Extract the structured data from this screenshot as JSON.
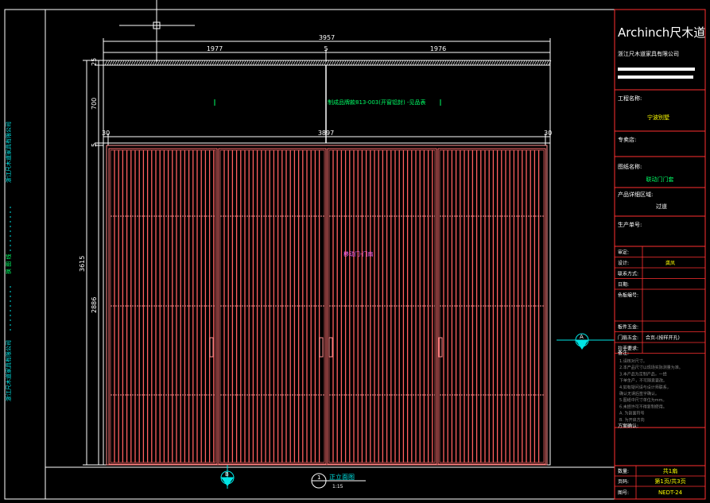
{
  "drawing": {
    "dimensions": {
      "overall_width": "3957",
      "left_panel_width": "1977",
      "gap": "5",
      "right_panel_width": "1976",
      "top_height": "25",
      "transom_height": "700",
      "separator_height": "5",
      "door_inner_width": "3897",
      "left_margin": "30",
      "right_margin": "30",
      "total_height": "3615",
      "door_height": "2886"
    },
    "transom_note": "制成品牌款813-003(开窗铝封) -见品表",
    "door_note": "移动门-门扇",
    "view_title": "正立面图",
    "view_scale": "1:15",
    "section_marker_a": "A",
    "section_marker_b": "B",
    "section_marker_c": "1"
  },
  "left_strip": {
    "company_a": "浙江尺木道家具有限公司",
    "middle": "换 图 线",
    "company_b": "浙江尺木道家具有限公司"
  },
  "title_block": {
    "logo": "Archinch尺木道",
    "company_name": "浙江尺木道家具有限公司",
    "project_label": "工程名称:",
    "project_value": "宁波别墅",
    "store_label": "专卖店:",
    "drawing_name_label": "图纸名称:",
    "drawing_name_value": "联动门门套",
    "detail_label": "产品详细区域:",
    "detail_value": "过道",
    "production_label": "生产单号:",
    "rows": [
      {
        "label": "审定:",
        "value": ""
      },
      {
        "label": "设计:",
        "value": "龚凤"
      },
      {
        "label": "联系方式:",
        "value": ""
      },
      {
        "label": "日期:",
        "value": ""
      },
      {
        "label": "色板编号:",
        "value": ""
      },
      {
        "label": "板件五金:",
        "value": ""
      },
      {
        "label": "门扇五金:",
        "value": "合页-(按样开孔)"
      },
      {
        "label": "拉手要求:",
        "value": ""
      }
    ],
    "notes_label": "备注:",
    "notes_lines": [
      "1.请核对尺寸。",
      "2.本产品尺寸以现场实际测量为准。",
      "3.本产品为定制产品，一经",
      "下单生产，不可随意更改。",
      "4.如有疑问请与设计师联系，",
      "确认无误后签字确认。",
      "5.图纸中尺寸单位为mm。",
      "6.未经许可不得复制使用。",
      "A. 为剖面符号",
      "B. 为开启方向"
    ],
    "confirm_label": "方案确认:",
    "qty_label": "数量:",
    "qty_value": "共1扇",
    "page_label": "页码:",
    "page_value": "第1页/共3页",
    "drawing_no_label": "图号:",
    "drawing_no_value": "NEDT-24"
  }
}
